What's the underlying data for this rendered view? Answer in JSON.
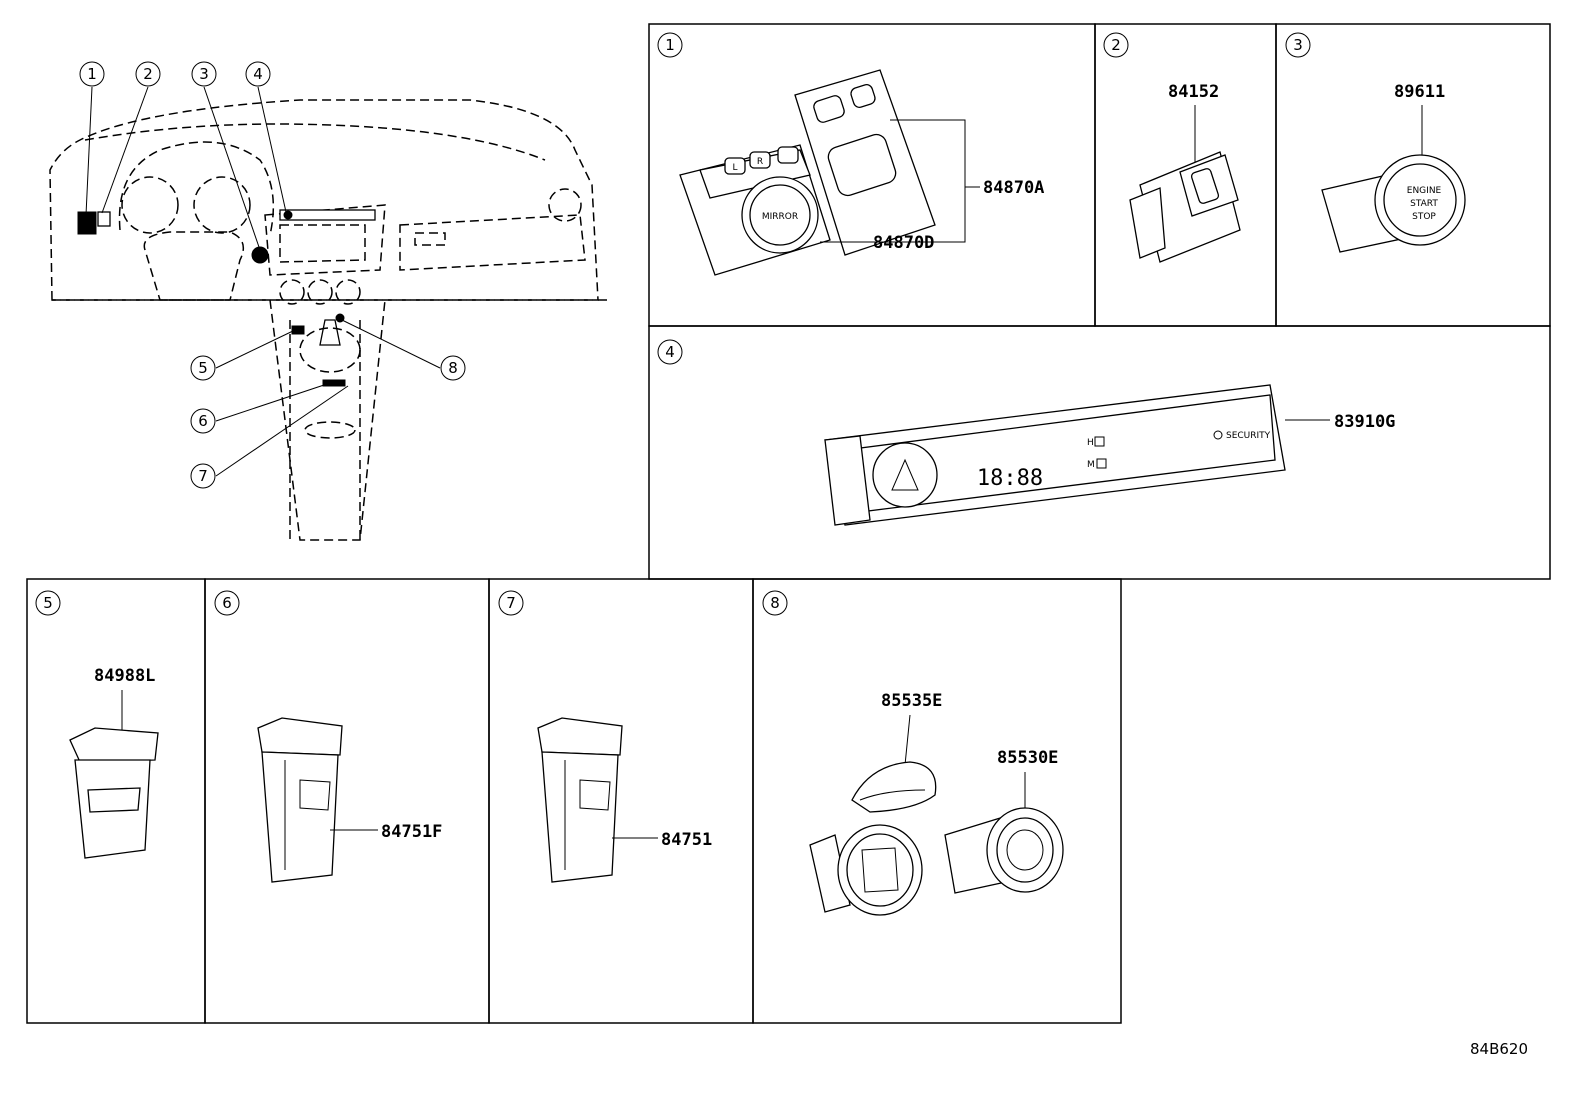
{
  "overview": {
    "callouts": [
      "1",
      "2",
      "3",
      "4",
      "5",
      "6",
      "7",
      "8"
    ]
  },
  "panels": [
    {
      "num": "1",
      "parts": [
        "84870A",
        "84870D"
      ],
      "labels": {
        "mirror": "MIRROR",
        "left": "L",
        "right": "R"
      }
    },
    {
      "num": "2",
      "parts": [
        "84152"
      ]
    },
    {
      "num": "3",
      "parts": [
        "89611"
      ],
      "labels": {
        "engine": "ENGINE",
        "start": "START",
        "stop": "STOP"
      }
    },
    {
      "num": "4",
      "parts": [
        "83910G"
      ],
      "labels": {
        "clock": "18:88",
        "security": "SECURITY",
        "h": "H",
        "m": "M"
      }
    },
    {
      "num": "5",
      "parts": [
        "84988L"
      ]
    },
    {
      "num": "6",
      "parts": [
        "84751F"
      ]
    },
    {
      "num": "7",
      "parts": [
        "84751"
      ]
    },
    {
      "num": "8",
      "parts": [
        "85535E",
        "85530E"
      ]
    }
  ],
  "figure_code": "84B620"
}
